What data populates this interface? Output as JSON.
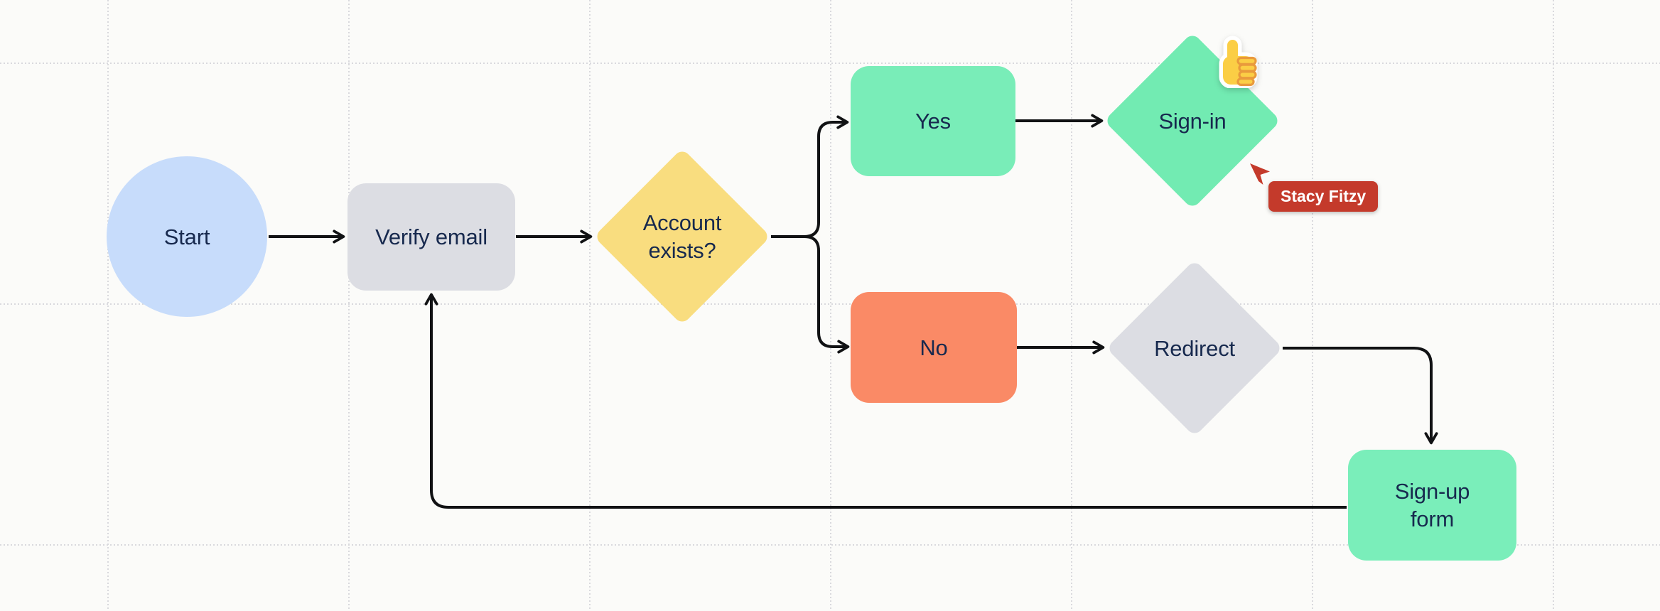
{
  "canvas": {
    "background": "#FBFBF9",
    "grid_color": "#D9D9DD",
    "line_color": "#111214",
    "ink_color": "#17294E"
  },
  "nodes": [
    {
      "id": "start",
      "label": "Start",
      "shape": "circle",
      "color": "#C7DCFB"
    },
    {
      "id": "verify-email",
      "label": "Verify email",
      "shape": "rectangle",
      "color": "#DCDDE3"
    },
    {
      "id": "account-exists",
      "label": "Account exists?",
      "shape": "diamond",
      "color": "#F9DD7F"
    },
    {
      "id": "yes",
      "label": "Yes",
      "shape": "rectangle",
      "color": "#79EDB8"
    },
    {
      "id": "no",
      "label": "No",
      "shape": "rectangle",
      "color": "#FA8A66"
    },
    {
      "id": "sign-in",
      "label": "Sign-in",
      "shape": "diamond",
      "color": "#72EBB2"
    },
    {
      "id": "redirect",
      "label": "Redirect",
      "shape": "diamond",
      "color": "#DCDDE3"
    },
    {
      "id": "sign-up-form",
      "label": "Sign-up form",
      "shape": "rectangle",
      "color": "#7AEEBA"
    }
  ],
  "edges": [
    {
      "from": "start",
      "to": "verify-email"
    },
    {
      "from": "verify-email",
      "to": "account-exists"
    },
    {
      "from": "account-exists",
      "to": "yes"
    },
    {
      "from": "account-exists",
      "to": "no"
    },
    {
      "from": "yes",
      "to": "sign-in"
    },
    {
      "from": "no",
      "to": "redirect"
    },
    {
      "from": "redirect",
      "to": "sign-up-form"
    },
    {
      "from": "sign-up-form",
      "to": "verify-email"
    }
  ],
  "collaborator": {
    "name": "Stacy Fitzy",
    "color": "#C43A2B",
    "text_color": "#FFFFFF"
  },
  "sticker": {
    "name": "thumbs-up-emoji",
    "body_color": "#FBCE45",
    "detail_color": "#E99A3C",
    "outline_color": "#FFFFFF"
  }
}
